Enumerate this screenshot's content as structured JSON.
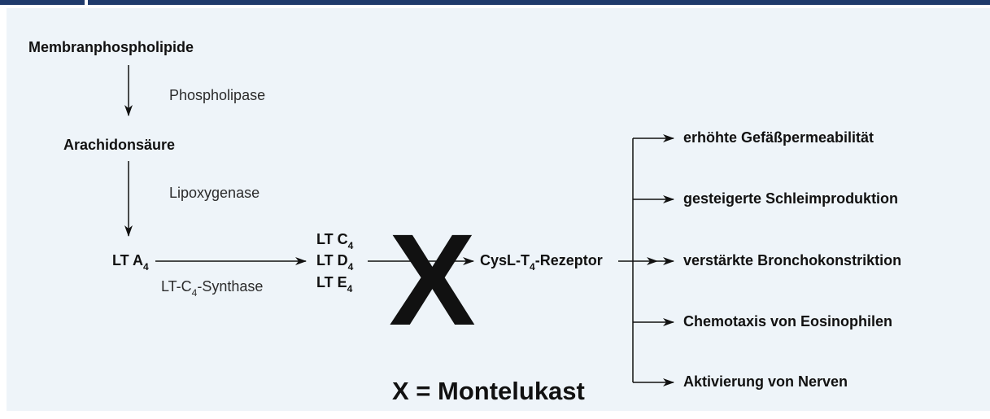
{
  "header": {
    "accent": "#1f3a6b"
  },
  "panel": {
    "background": "#eef4f9"
  },
  "nodes": {
    "membranphospholipide": "Membranphospholipide",
    "arachidonsaeure": "Arachidonsäure",
    "lt_a": {
      "base": "LT A",
      "sub": "4"
    },
    "lt_c": {
      "base": "LT C",
      "sub": "4"
    },
    "lt_d": {
      "base": "LT D",
      "sub": "4"
    },
    "lt_e": {
      "base": "LT E",
      "sub": "4"
    },
    "receptor": {
      "pre": "CysL-T",
      "sub": "4",
      "post": "-Rezeptor"
    }
  },
  "enzymes": {
    "phospholipase": "Phospholipase",
    "lipoxygenase": "Lipoxygenase",
    "synthase": {
      "pre": "LT-C",
      "sub": "4",
      "post": "-Synthase"
    }
  },
  "blocker": {
    "mark": "X",
    "legend": "X = Montelukast"
  },
  "effects": [
    "erhöhte Gefäßpermeabilität",
    "gesteigerte Schleimproduktion",
    "verstärkte Bronchokonstriktion",
    "Chemotaxis von Eosinophilen",
    "Aktivierung von Nerven"
  ]
}
